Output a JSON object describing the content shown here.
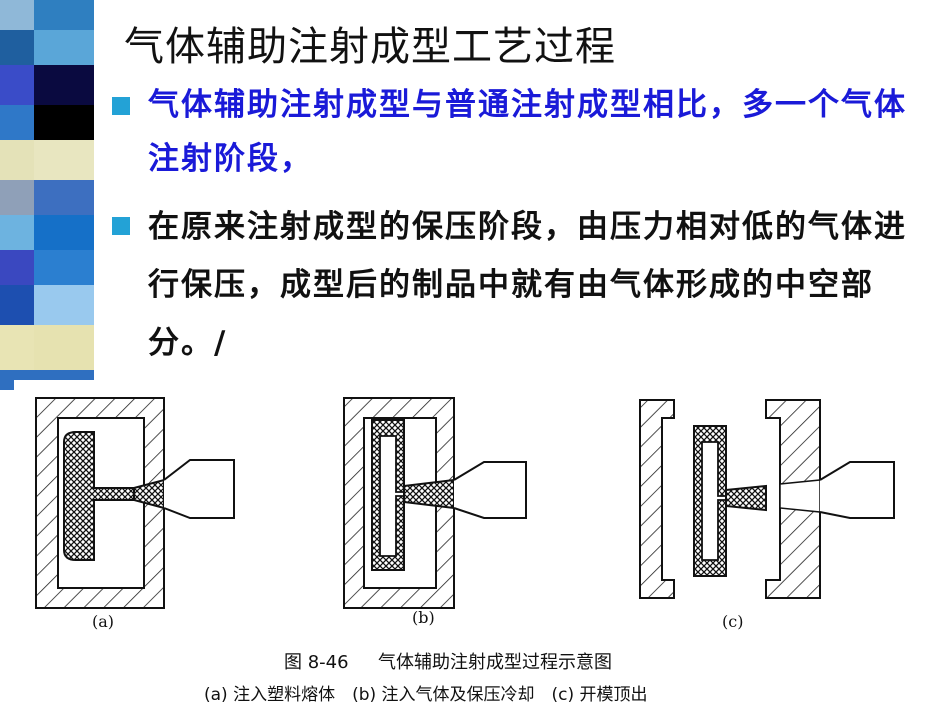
{
  "slide": {
    "title": "气体辅助注射成型工艺过程",
    "bullets": [
      {
        "text": "气体辅助注射成型与普通注射成型相比，多一个气体注射阶段，",
        "color": "#1a1ad8"
      },
      {
        "text": "在原来注射成型的保压阶段，由压力相对低的气体进行保压，成型后的制品中就有由气体形成的中空部分。/",
        "color": "#111111"
      }
    ],
    "bullet_color": "#23a2d6"
  },
  "figure": {
    "panels": [
      {
        "label": "(a)"
      },
      {
        "label": "(b)"
      },
      {
        "label": "(c)"
      }
    ],
    "caption_number": "图 8-46",
    "caption_title": "气体辅助注射成型过程示意图",
    "subcaption": "(a) 注入塑料熔体　(b) 注入气体及保压冷却　(c) 开模顶出"
  }
}
